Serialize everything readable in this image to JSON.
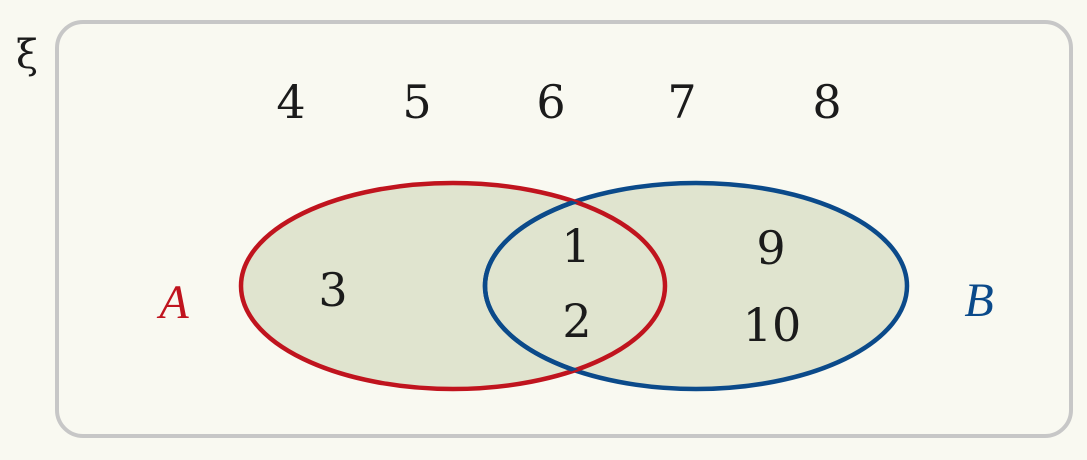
{
  "universal_symbol": "ξ",
  "set_a": {
    "label": "A",
    "color": "#c0141e"
  },
  "set_b": {
    "label": "B",
    "color": "#0b4a8a"
  },
  "fill_color": "#e0e4cf",
  "frame_color": "#c7c7c7",
  "outside": [
    "4",
    "5",
    "6",
    "7",
    "8"
  ],
  "only_a": [
    "3"
  ],
  "intersection": [
    "1",
    "2"
  ],
  "only_b": [
    "9",
    "10"
  ]
}
